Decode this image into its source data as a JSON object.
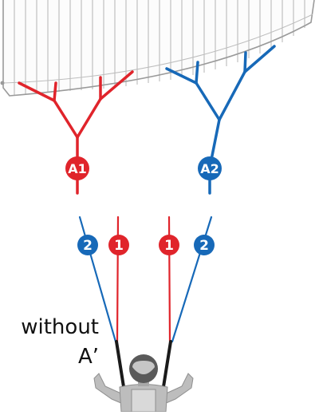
{
  "diagram": {
    "risers": [
      {
        "label": "A1",
        "color": "#e0242b"
      },
      {
        "label": "A2",
        "color": "#1769b8"
      }
    ],
    "line_badges": [
      {
        "label": "2",
        "color": "#1769b8"
      },
      {
        "label": "1",
        "color": "#e0242b"
      },
      {
        "label": "1",
        "color": "#e0242b"
      },
      {
        "label": "2",
        "color": "#1769b8"
      }
    ],
    "caption": {
      "line1": "without",
      "line2": "A’"
    },
    "colors": {
      "red": "#e0242b",
      "blue": "#1769b8",
      "canopy_outline": "#9a9a9a",
      "riser_strap": "#1a1a1a",
      "pilot": "#b8b8b8"
    }
  }
}
